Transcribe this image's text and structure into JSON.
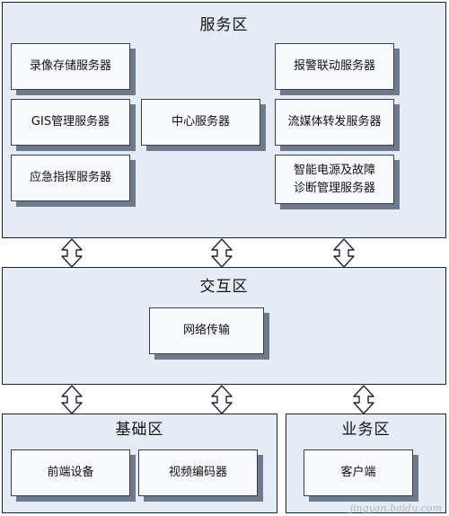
{
  "service_zone": {
    "title": "服务区",
    "servers": [
      "录像存储服务器",
      "GIS管理服务器",
      "应急指挥服务器",
      "中心服务器",
      "报警联动服务器",
      "流媒体转发服务器",
      "智能电源及故障\n诊断管理服务器"
    ]
  },
  "interaction_zone": {
    "title": "交互区",
    "items": [
      "网络传输"
    ]
  },
  "infrastructure_zone": {
    "title": "基础区",
    "items": [
      "前端设备",
      "视频编码器"
    ]
  },
  "business_zone": {
    "title": "业务区",
    "items": [
      "客户端"
    ]
  },
  "watermark": "jingyan.baidu.com"
}
